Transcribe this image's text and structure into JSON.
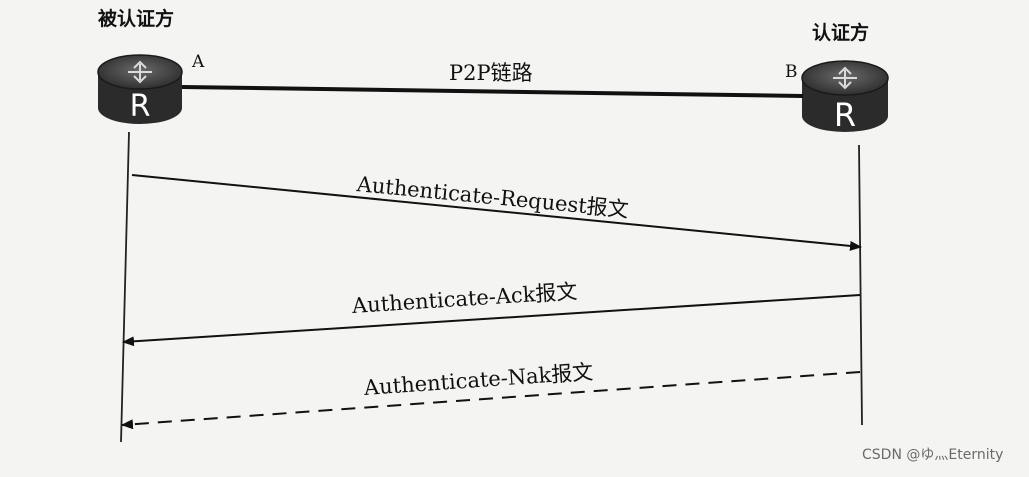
{
  "labels": {
    "left_role": "被认证方",
    "right_role": "认证方",
    "port_a": "A",
    "port_b": "B",
    "link": "P2P链路",
    "router_letter": "R"
  },
  "messages": [
    {
      "text": "Authenticate-Request报文",
      "direction": "to-right",
      "style": "solid"
    },
    {
      "text": "Authenticate-Ack报文",
      "direction": "to-left",
      "style": "solid"
    },
    {
      "text": "Authenticate-Nak报文",
      "direction": "to-left",
      "style": "dashed"
    }
  ],
  "watermark": "CSDN @ゆ灬Eternity",
  "colors": {
    "background": "#f4f4f2",
    "line": "#111111",
    "router_body": "#2b2b2b"
  }
}
